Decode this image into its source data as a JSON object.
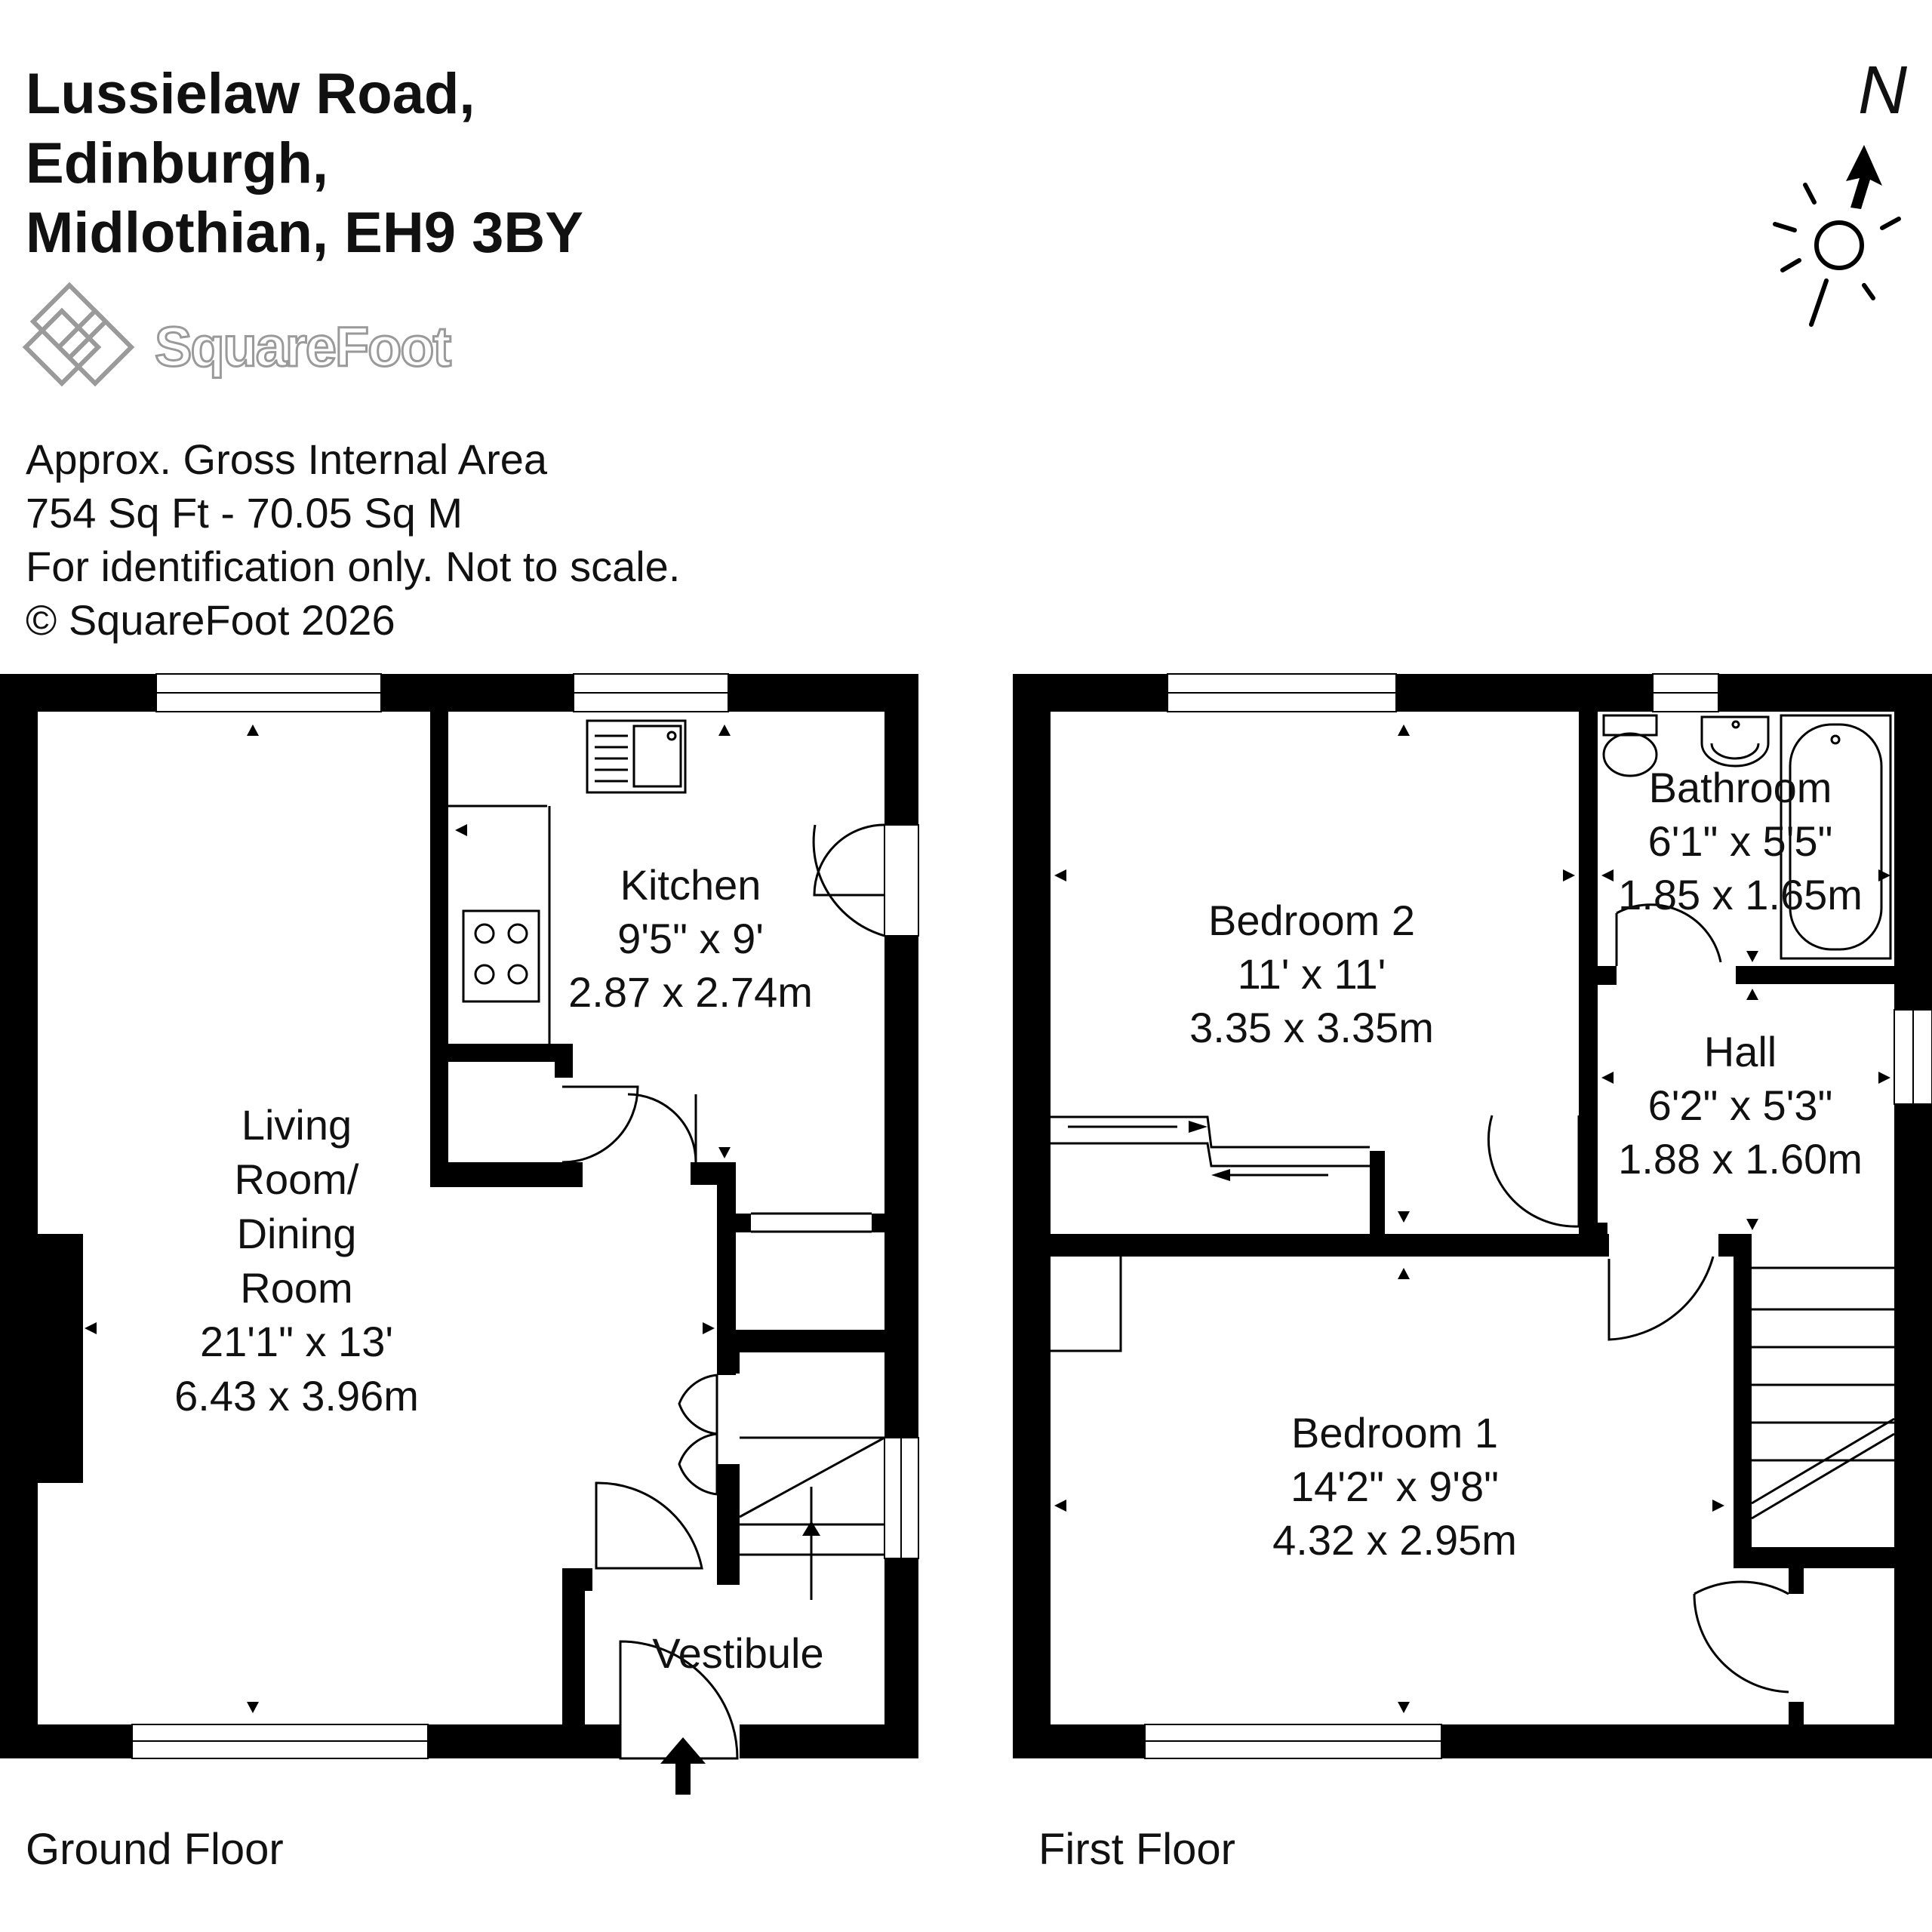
{
  "address": {
    "line1": "Lussielaw Road,",
    "line2": "Edinburgh,",
    "line3": "Midlothian, EH9 3BY"
  },
  "brand": {
    "logo_text": "SquareFoot",
    "logo_colors": {
      "outline": "#9a9a9a",
      "fill": "#ffffff"
    }
  },
  "compass": {
    "label": "N",
    "icon": "sun-compass-icon"
  },
  "area": {
    "line1": "Approx. Gross Internal Area",
    "line2": "754 Sq Ft  -  70.05 Sq M",
    "line3": "For identification only. Not to scale.",
    "line4": "© SquareFoot 2026"
  },
  "ground_floor": {
    "label": "Ground Floor",
    "rooms": {
      "living": {
        "name_1": "Living",
        "name_2": "Room/",
        "name_3": "Dining",
        "name_4": "Room",
        "imperial": "21'1\" x 13'",
        "metric": "6.43 x 3.96m"
      },
      "kitchen": {
        "name": "Kitchen",
        "imperial": "9'5\" x 9'",
        "metric": "2.87 x 2.74m"
      },
      "vestibule": {
        "name": "Vestibule"
      }
    }
  },
  "first_floor": {
    "label": "First Floor",
    "rooms": {
      "bedroom2": {
        "name": "Bedroom 2",
        "imperial": "11' x 11'",
        "metric": "3.35 x 3.35m"
      },
      "bathroom": {
        "name": "Bathroom",
        "imperial": "6'1\" x 5'5\"",
        "metric": "1.85 x 1.65m"
      },
      "hall": {
        "name": "Hall",
        "imperial": "6'2\" x 5'3\"",
        "metric": "1.88 x 1.60m"
      },
      "bedroom1": {
        "name": "Bedroom 1",
        "imperial": "14'2\" x 9'8\"",
        "metric": "4.32 x 2.95m"
      }
    }
  },
  "colors": {
    "wall": "#000000",
    "background": "#ffffff",
    "text": "#111111"
  }
}
